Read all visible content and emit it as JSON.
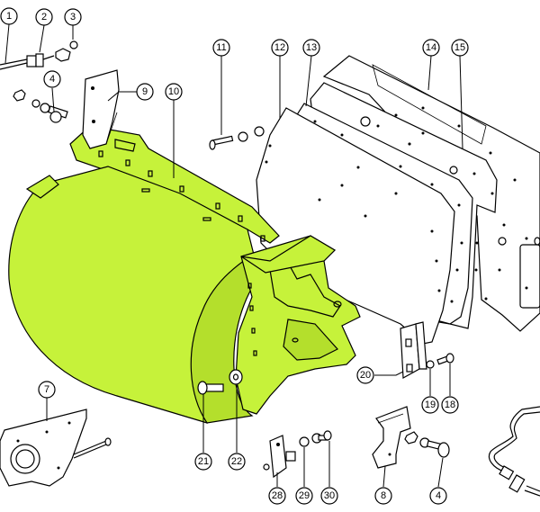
{
  "colors": {
    "highlight": "#c6f23a",
    "line": "#000000",
    "background": "#ffffff"
  },
  "callouts": [
    {
      "id": "c1",
      "label": "1"
    },
    {
      "id": "c2",
      "label": "2"
    },
    {
      "id": "c3",
      "label": "3"
    },
    {
      "id": "c4a",
      "label": "4"
    },
    {
      "id": "c9",
      "label": "9"
    },
    {
      "id": "c10",
      "label": "10"
    },
    {
      "id": "c11",
      "label": "11"
    },
    {
      "id": "c12",
      "label": "12"
    },
    {
      "id": "c13",
      "label": "13"
    },
    {
      "id": "c14",
      "label": "14"
    },
    {
      "id": "c15",
      "label": "15"
    },
    {
      "id": "c7",
      "label": "7"
    },
    {
      "id": "c20",
      "label": "20"
    },
    {
      "id": "c19",
      "label": "19"
    },
    {
      "id": "c18",
      "label": "18"
    },
    {
      "id": "c21",
      "label": "21"
    },
    {
      "id": "c22",
      "label": "22"
    },
    {
      "id": "c28",
      "label": "28"
    },
    {
      "id": "c29",
      "label": "29"
    },
    {
      "id": "c30",
      "label": "30"
    },
    {
      "id": "c8",
      "label": "8"
    },
    {
      "id": "c4b",
      "label": "4"
    }
  ]
}
